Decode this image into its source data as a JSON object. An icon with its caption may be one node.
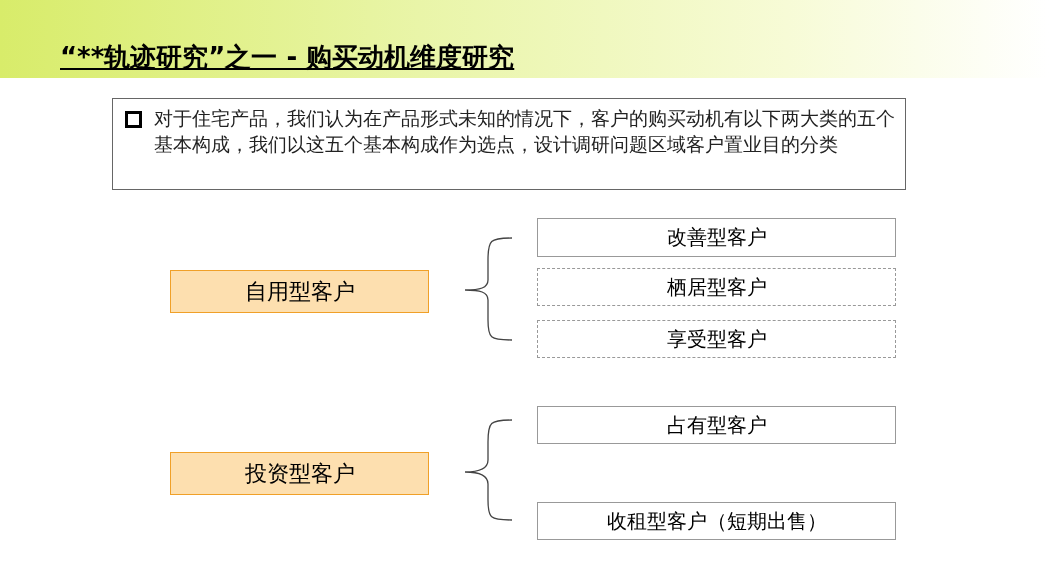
{
  "diagram": {
    "title": "“**轨迹研究”之一 - 购买动机维度研究",
    "nodes": [
      {
        "text": [
          "对于住宅产品，我们认为在产品形式未知的情况下，客户的购买动机有以下两大类的五个基本构成，我们以这五个基本构成作为选点，设计调研问题区域客户置业目的分类"
        ]
      },
      {
        "text": [
          "自用型客户"
        ]
      },
      {
        "text": [
          "改善型客户"
        ]
      },
      {
        "text": [
          "栖居型客户"
        ]
      },
      {
        "text": [
          "享受型客户"
        ]
      },
      {
        "text": [
          "投资型客户"
        ]
      },
      {
        "text": [
          "占有型客户"
        ]
      },
      {
        "text": [
          "收租型客户（短期出售）"
        ]
      }
    ]
  }
}
